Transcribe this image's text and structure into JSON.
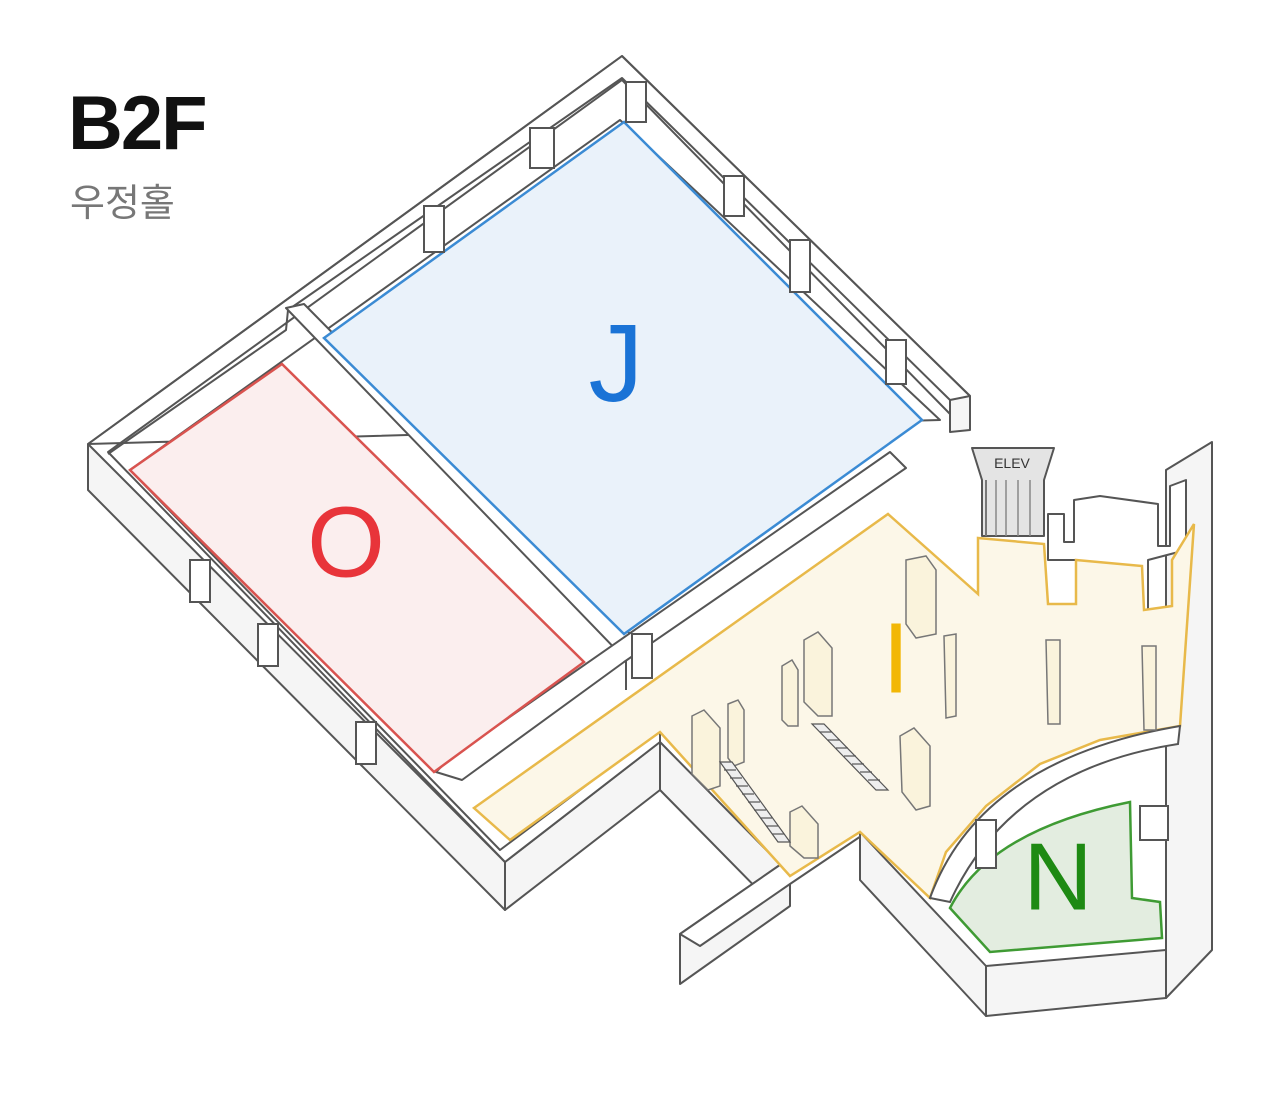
{
  "header": {
    "floor": "B2F",
    "hall": "우정홀"
  },
  "colors": {
    "wall_top": "#ffffff",
    "wall_side": "#f3f3f3",
    "wall_stroke": "#555555",
    "zone_o_fill": "#fbeeee",
    "zone_o_stroke": "#d9534f",
    "zone_o_letter": "#e8343a",
    "zone_j_fill": "#eaf2fa",
    "zone_j_stroke": "#3b8bd4",
    "zone_j_letter": "#1a73d6",
    "zone_i_fill": "#fcf7e8",
    "zone_i_stroke": "#e8b94a",
    "zone_i_letter": "#f2b705",
    "zone_n_fill": "#e3ede0",
    "zone_n_stroke": "#3f9b34",
    "zone_n_letter": "#1e8a13"
  },
  "zones": {
    "o": {
      "label": "O"
    },
    "j": {
      "label": "J"
    },
    "i": {
      "label": "I"
    },
    "n": {
      "label": "N"
    }
  },
  "elevator": {
    "label": "ELEV"
  }
}
